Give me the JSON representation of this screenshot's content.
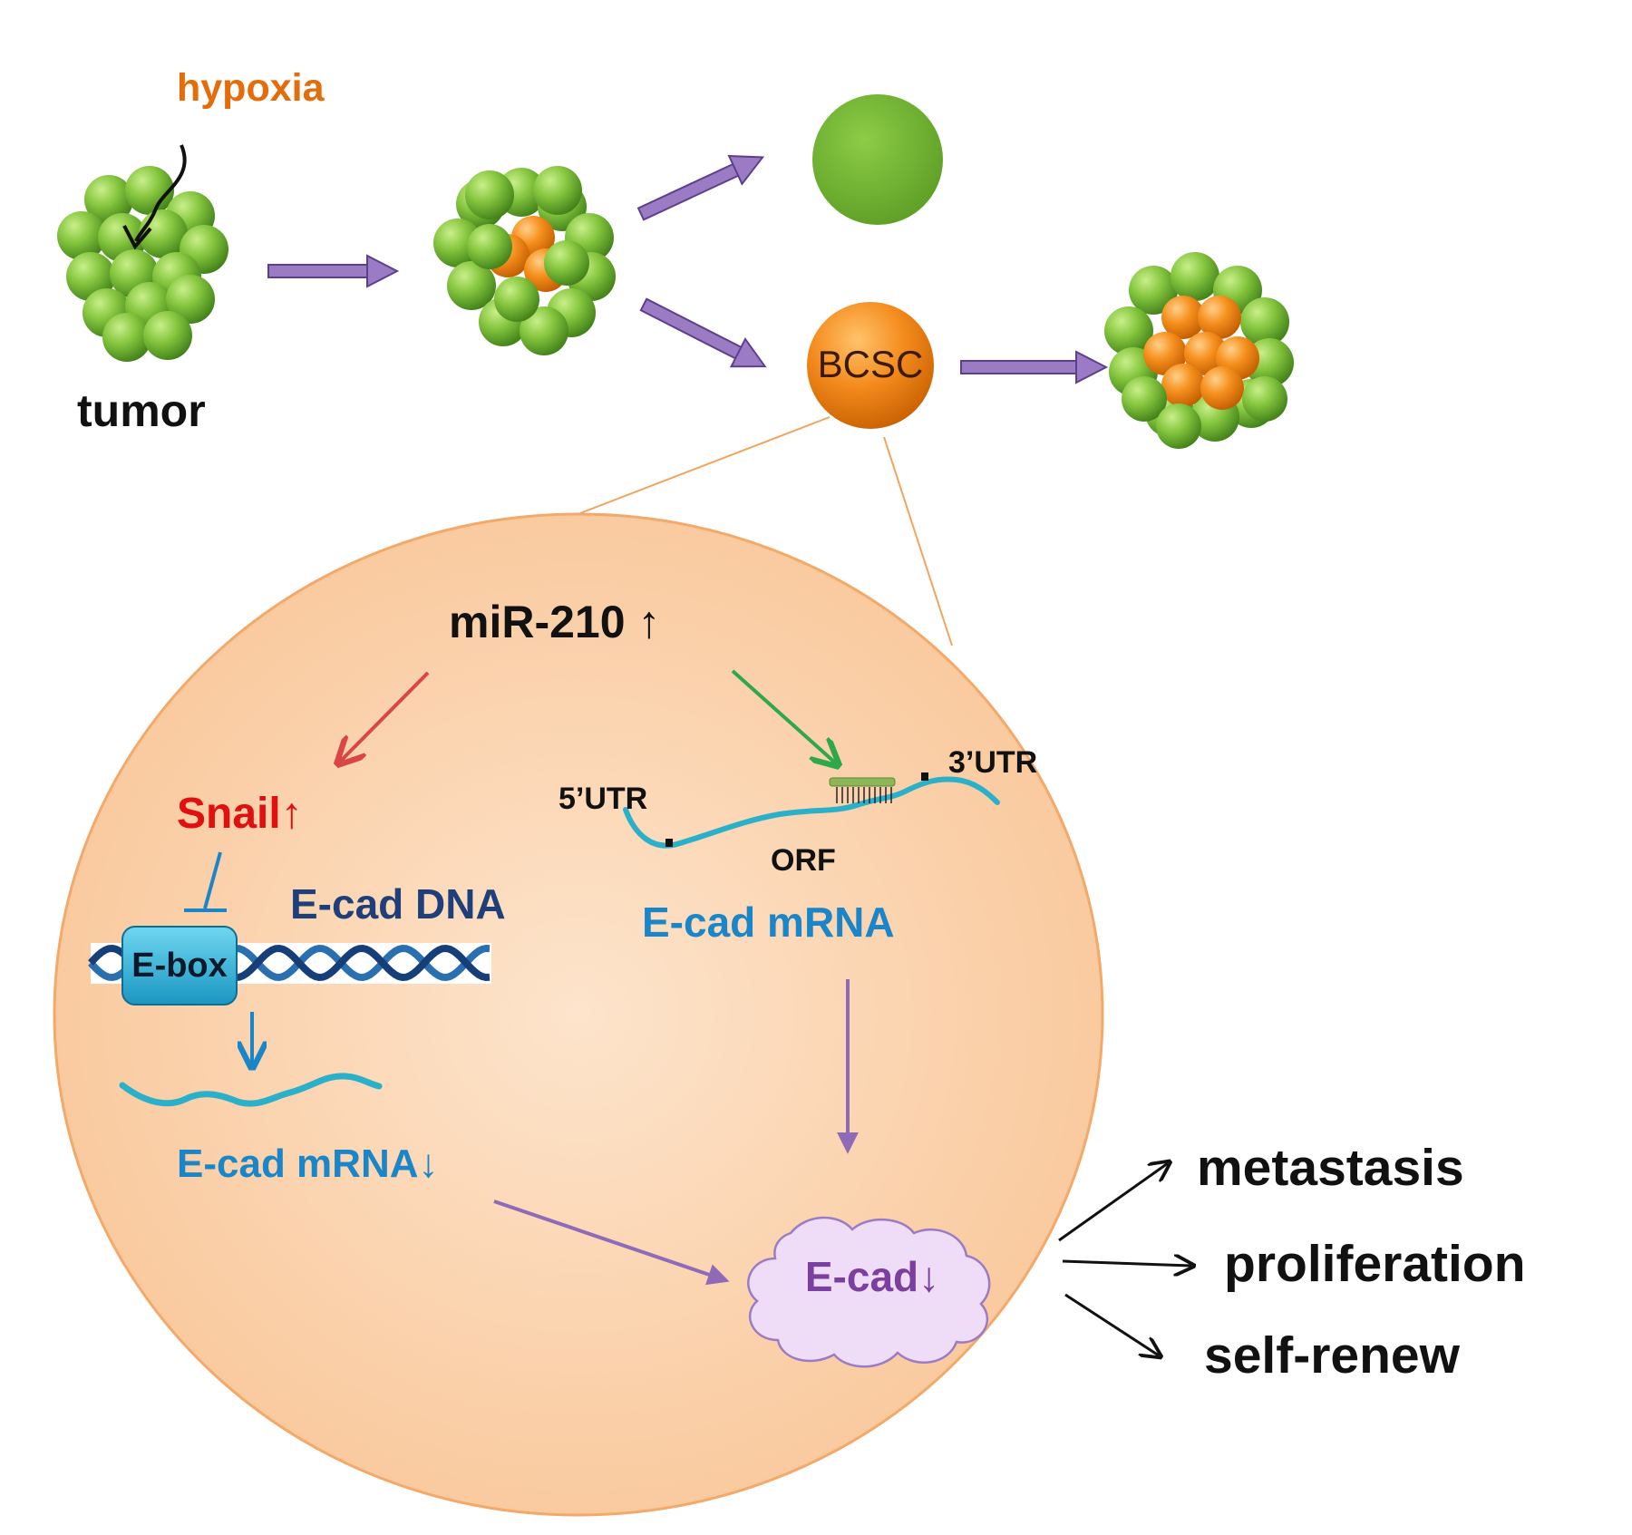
{
  "labels": {
    "hypoxia": "hypoxia",
    "tumor": "tumor",
    "bcsc": "BCSC",
    "mir210": "miR-210 ↑",
    "snail": "Snail↑",
    "ecad_dna": "E-cad DNA",
    "ebox": "E-box",
    "utr5": "5’UTR",
    "utr3": "3’UTR",
    "orf": "ORF",
    "ecad_mrna": "E-cad mRNA",
    "ecad_mrna_down": "E-cad mRNA↓",
    "ecad_down": "E-cad↓",
    "metastasis": "metastasis",
    "proliferation": "proliferation",
    "self_renew": "self-renew"
  },
  "colors": {
    "cell_green": "#7dbf3a",
    "cell_orange": "#f48a1c",
    "arrow_purple": "#8e6ab8",
    "cell_fill": "#fbd4b0",
    "hypoxia_text": "#e46c0a",
    "snail_red": "#e01010",
    "dna_navy": "#1f3f7a",
    "mrna_blue": "#1a86c8",
    "strand_cyan": "#2ab0c8",
    "ecad_purple": "#7b3fa0",
    "cloud_fill": "#efdcf7",
    "inhibit_red": "#d94646",
    "activate_green": "#2ea84a"
  }
}
